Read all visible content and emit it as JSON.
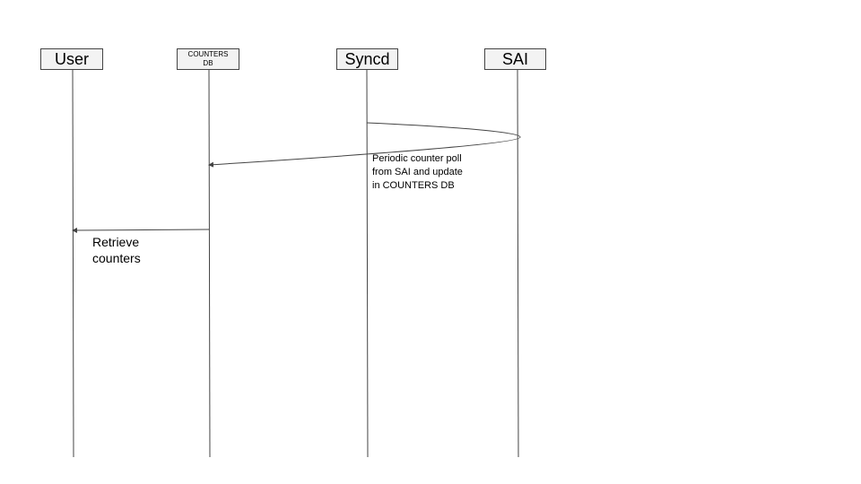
{
  "diagram": {
    "actors": [
      {
        "id": "user",
        "label": "User"
      },
      {
        "id": "counters-db",
        "label": "COUNTERS\nDB"
      },
      {
        "id": "syncd",
        "label": "Syncd"
      },
      {
        "id": "sai",
        "label": "SAI"
      }
    ],
    "messages": [
      {
        "id": "poll",
        "from": "syncd",
        "to": "counters-db",
        "via": "sai",
        "label": "Periodic counter poll\nfrom SAI and update\nin COUNTERS DB"
      },
      {
        "id": "retrieve",
        "from": "counters-db",
        "to": "user",
        "label": "Retrieve\ncounters"
      }
    ],
    "colors": {
      "line": "#444444",
      "box_fill": "#f3f3f3",
      "box_border": "#444444",
      "text": "#000000"
    }
  }
}
